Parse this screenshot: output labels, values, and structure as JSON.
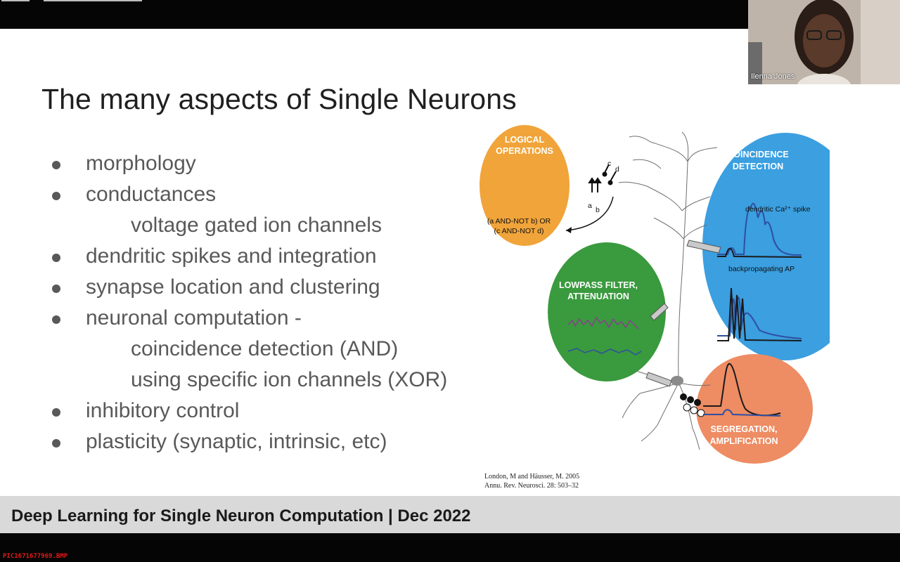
{
  "slide": {
    "title": "The many aspects of Single Neurons",
    "bullets": [
      {
        "text": "morphology",
        "level": 1
      },
      {
        "text": "conductances",
        "level": 1
      },
      {
        "text": "voltage gated ion channels",
        "level": 2
      },
      {
        "text": "dendritic spikes and integration",
        "level": 1
      },
      {
        "text": "synapse location and clustering",
        "level": 1
      },
      {
        "text": "neuronal computation -",
        "level": 1
      },
      {
        "text": "coincidence detection (AND)",
        "level": 2
      },
      {
        "text": "using specific ion channels (XOR)",
        "level": 2
      },
      {
        "text": "inhibitory control",
        "level": 1
      },
      {
        "text": "plasticity (synaptic, intrinsic, etc)",
        "level": 1
      }
    ],
    "footer": "Deep Learning for Single Neuron Computation | Dec 2022"
  },
  "figure": {
    "logical_line1": "LOGICAL",
    "logical_line2": "OPERATIONS",
    "coincidence_line1": "COINCIDENCE",
    "coincidence_line2": "DETECTION",
    "lowpass_line1": "LOWPASS FILTER,",
    "lowpass_line2": "ATTENUATION",
    "segregation_line1": "SEGREGATION,",
    "segregation_line2": "AMPLIFICATION",
    "logic_expr_line1": "(a AND-NOT b) OR",
    "logic_expr_line2": "(c AND-NOT d)",
    "dendritic_spike_label": "dendritic Ca²⁺ spike",
    "backprop_label": "backpropagating AP",
    "letter_a": "a",
    "letter_b": "b",
    "letter_c": "c",
    "letter_d": "d",
    "citation_line1": "London, M and Häusser, M. 2005",
    "citation_line2": "Annu. Rev. Neurosci. 28: 503–32",
    "colors": {
      "logical": "#f0a43a",
      "coincidence": "#3b9fe0",
      "lowpass": "#3a9a3e",
      "segregation": "#ee8c63",
      "trace_dark": "#1a1a1a",
      "trace_blue": "#2f4fa0",
      "trace_purple": "#8a3f8f"
    }
  },
  "video": {
    "participant_name": "Ilenna Jones"
  },
  "screen": {
    "file_label": "PIC1671677969.BMP"
  }
}
